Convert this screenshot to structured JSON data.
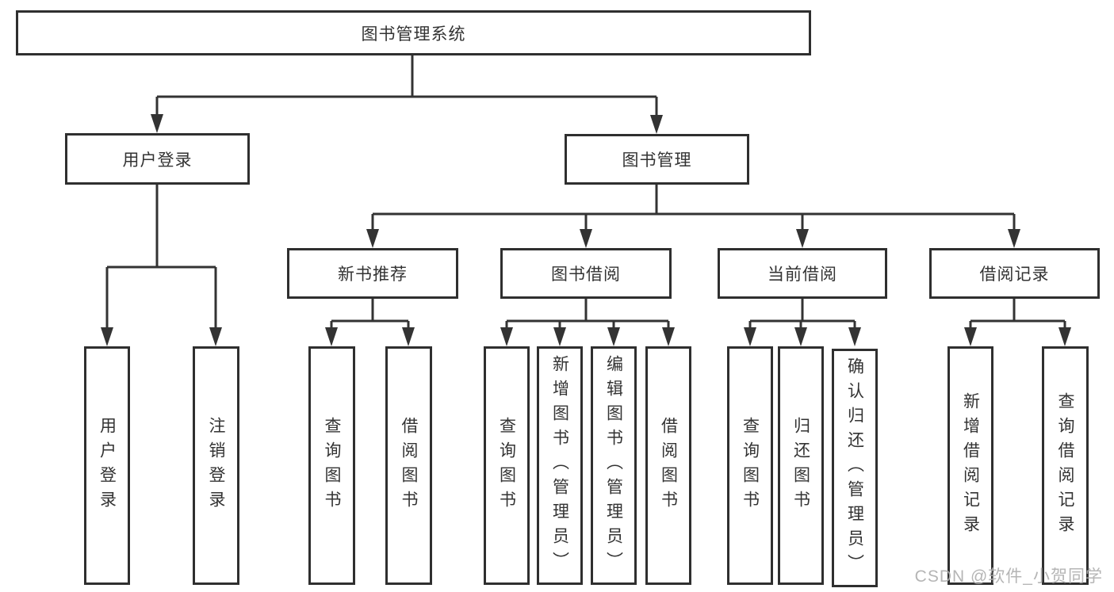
{
  "diagram": {
    "root": {
      "label": "图书管理系统"
    },
    "branches": [
      {
        "label": "用户登录",
        "children": [
          {
            "label": "用户登录"
          },
          {
            "label": "注销登录"
          }
        ]
      },
      {
        "label": "图书管理",
        "children": [
          {
            "label": "新书推荐",
            "children": [
              {
                "label": "查询图书"
              },
              {
                "label": "借阅图书"
              }
            ]
          },
          {
            "label": "图书借阅",
            "children": [
              {
                "label": "查询图书"
              },
              {
                "label": "新增图书（管理员）"
              },
              {
                "label": "编辑图书（管理员）"
              },
              {
                "label": "借阅图书"
              }
            ]
          },
          {
            "label": "当前借阅",
            "children": [
              {
                "label": "查询图书"
              },
              {
                "label": "归还图书"
              },
              {
                "label": "确认归还（管理员）"
              }
            ]
          },
          {
            "label": "借阅记录",
            "children": [
              {
                "label": "新增借阅记录"
              },
              {
                "label": "查询借阅记录"
              }
            ]
          }
        ]
      }
    ]
  },
  "watermark": {
    "text": "CSDN @软件_小贺同学"
  },
  "colors": {
    "line": "#333333",
    "box_border": "#2f2f2f",
    "text": "#333333",
    "watermark": "#afafaf",
    "background": "#ffffff"
  }
}
